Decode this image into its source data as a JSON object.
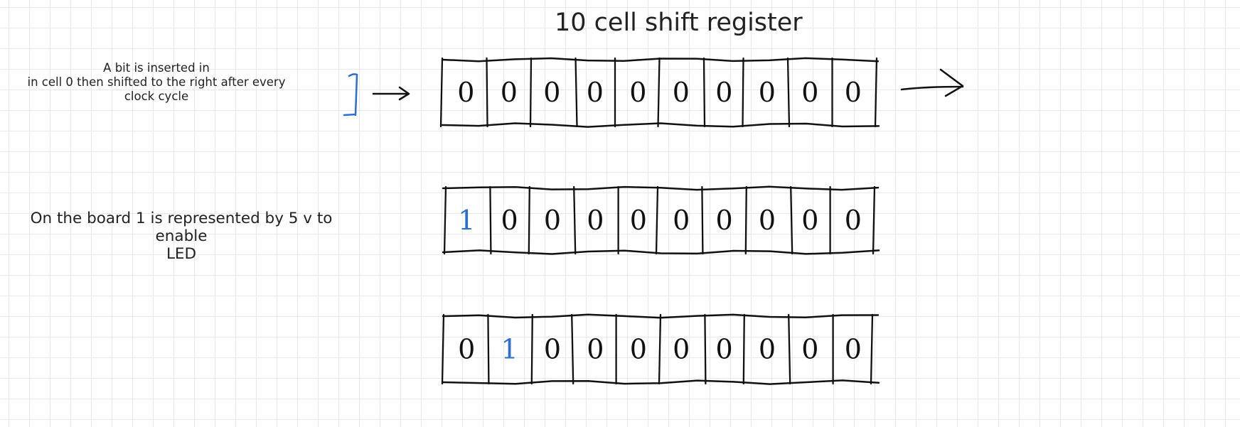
{
  "title": "10 cell shift register",
  "notes": {
    "note1_line1": "A bit is inserted in",
    "note1_line2": "in cell 0 then shifted to the right after every",
    "note1_line3": "clock cycle",
    "note2_line1": "On the board  1 is represented by 5 v to enable",
    "note2_line2": "LED"
  },
  "input_bit": "1",
  "colors": {
    "ink": "#111111",
    "one_bit": "#2a6fd6",
    "grid": "#e9e9e9"
  },
  "registers": [
    {
      "cells": [
        "0",
        "0",
        "0",
        "0",
        "0",
        "0",
        "0",
        "0",
        "0",
        "0"
      ]
    },
    {
      "cells": [
        "1",
        "0",
        "0",
        "0",
        "0",
        "0",
        "0",
        "0",
        "0",
        "0"
      ]
    },
    {
      "cells": [
        "0",
        "1",
        "0",
        "0",
        "0",
        "0",
        "0",
        "0",
        "0",
        "0"
      ]
    }
  ]
}
